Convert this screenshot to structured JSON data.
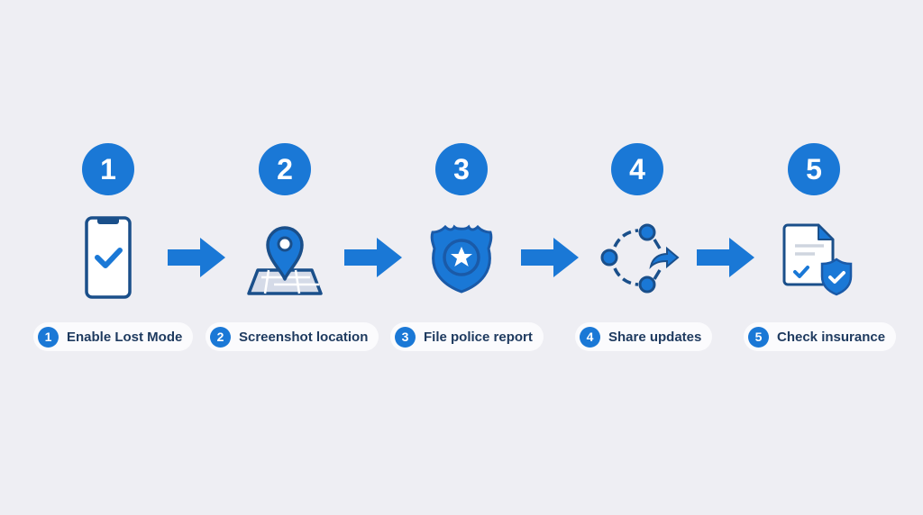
{
  "colors": {
    "accent": "#1a78d6",
    "dark_blue": "#1a4f8a",
    "background": "#eeeef3",
    "label_text": "#1e3a5f"
  },
  "steps": [
    {
      "number": "1",
      "label": "Enable Lost Mode",
      "icon": "phone-check-icon"
    },
    {
      "number": "2",
      "label": "Screenshot location",
      "icon": "map-pin-icon"
    },
    {
      "number": "3",
      "label": "File police report",
      "icon": "police-badge-icon"
    },
    {
      "number": "4",
      "label": "Share updates",
      "icon": "share-network-icon"
    },
    {
      "number": "5",
      "label": "Check insurance",
      "icon": "insurance-document-shield-icon"
    }
  ],
  "connectors": [
    "arrow-right-icon",
    "arrow-right-icon",
    "arrow-right-icon",
    "arrow-right-icon"
  ]
}
